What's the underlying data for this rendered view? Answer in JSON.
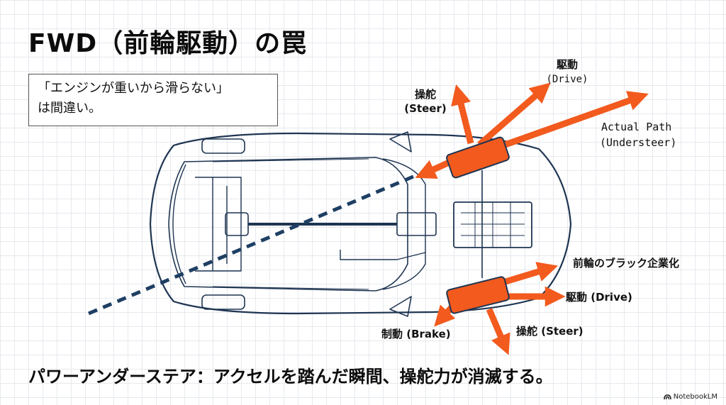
{
  "title": "FWD（前輪駆動）の罠",
  "callout": {
    "line1": "「エンジンが重いから滑らない」",
    "line2": "は間違い。"
  },
  "labels": {
    "top_drive_jp": "駆動",
    "top_drive_en": "(Drive)",
    "top_steer_jp": "操舵",
    "top_steer_en": "(Steer)",
    "actual_path_1": "Actual Path",
    "actual_path_2": "(Understeer)",
    "front_wheel_blackbox": "前輪のブラック企業化",
    "bottom_drive": "駆動 (Drive)",
    "bottom_steer": "操舵 (Steer)",
    "bottom_brake": "制動 (Brake)"
  },
  "caption": "パワーアンダーステア：アクセルを踏んだ瞬間、操舵力が消滅する。",
  "brand": "NotebookLM",
  "colors": {
    "arrow": "#f25a1e",
    "path": "#1e3f63",
    "line": "#1f3552"
  }
}
